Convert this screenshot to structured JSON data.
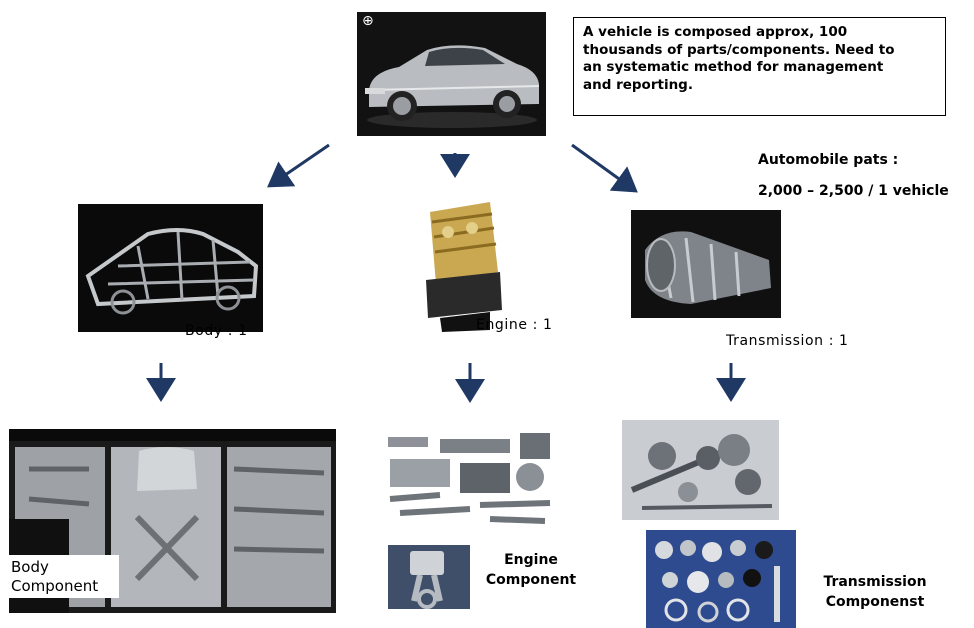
{
  "callout": {
    "lines": [
      "A vehicle is composed approx, 100",
      "thousands of parts/components. Need to",
      "an systematic method for management",
      "and reporting."
    ]
  },
  "stats": {
    "title": "Automobile pats :",
    "value": "2,000 – 2,500 / 1 vehicle"
  },
  "nodes": {
    "vehicle": {
      "zoom_glyph": "⊕"
    },
    "body": {
      "label": "Body : 1"
    },
    "engine": {
      "label": "Engine : 1"
    },
    "transmission": {
      "label": "Transmission : 1"
    }
  },
  "components": {
    "body": {
      "line1": "Body",
      "line2": "Component"
    },
    "engine": {
      "line1": "Engine",
      "line2": "Component"
    },
    "transmission": {
      "line1": "Transmission",
      "line2": "Componenst"
    }
  },
  "colors": {
    "arrow": "#1f3864",
    "photo_dark": "#0b0b0b"
  }
}
